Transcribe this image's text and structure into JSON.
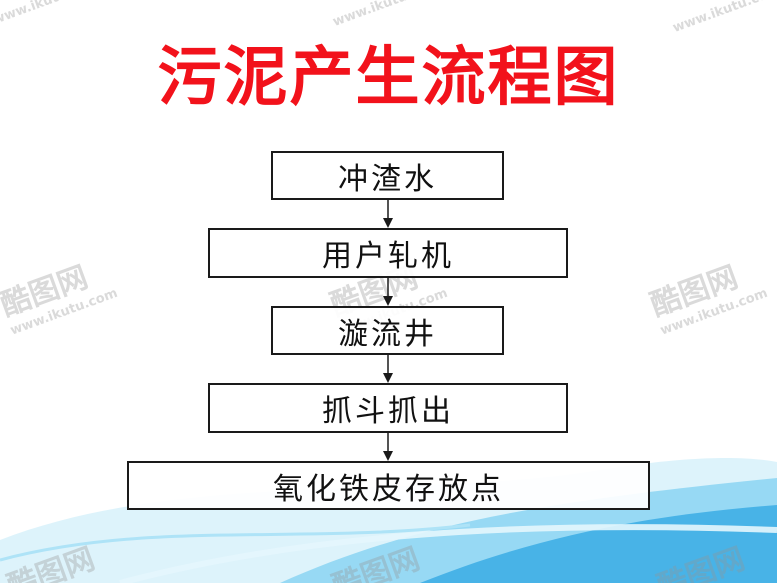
{
  "title": "污泥产生流程图",
  "steps": [
    "冲渣水",
    "用户轧机",
    "漩流井",
    "抓斗抓出",
    "氧化铁皮存放点"
  ],
  "watermark": {
    "logo": "酷图网",
    "url": "www.ikutu.com"
  },
  "colors": {
    "title": "#f2121b",
    "border": "#1a1a1a",
    "wave": "#5cc3ee"
  }
}
